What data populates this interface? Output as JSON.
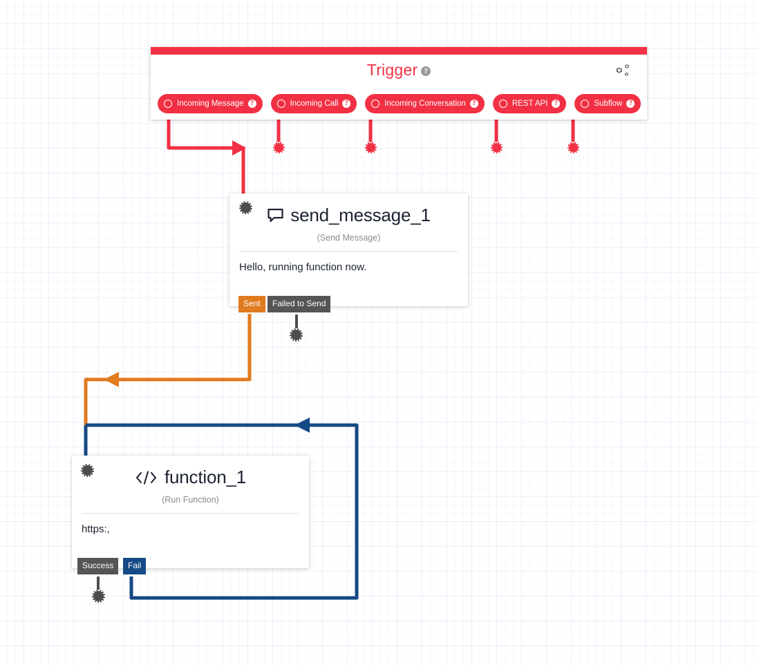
{
  "canvas": {
    "grid": "blueprint-grid",
    "background": "#ffffff",
    "grid_color": "#e9f1fb"
  },
  "trigger_panel": {
    "title": "Trigger",
    "title_color": "#f23044",
    "help_icon": "help-circle-icon",
    "settings_icon": "gears-icon",
    "help_glyph": "?",
    "triggers": [
      {
        "label": "Incoming Message",
        "help": "?"
      },
      {
        "label": "Incoming Call",
        "help": "?"
      },
      {
        "label": "Incoming Conversation",
        "help": "?"
      },
      {
        "label": "REST API",
        "help": "?"
      },
      {
        "label": "Subflow",
        "help": "?"
      }
    ]
  },
  "nodes": [
    {
      "id": "send_message_1",
      "icon": "speech-bubble-icon",
      "title": "send_message_1",
      "subtitle": "(Send Message)",
      "body": "Hello, running function now.",
      "ports": [
        {
          "label": "Sent",
          "color": "#e07b1f"
        },
        {
          "label": "Failed to Send",
          "color": "#555555"
        }
      ]
    },
    {
      "id": "function_1",
      "icon": "code-icon",
      "title": "function_1",
      "subtitle": "(Run Function)",
      "body": "https:,",
      "ports": [
        {
          "label": "Success",
          "color": "#555555"
        },
        {
          "label": "Fail",
          "color": "#164a86"
        }
      ]
    }
  ],
  "edges": [
    {
      "name": "incoming-message-to-send-message",
      "color": "#f23044"
    },
    {
      "name": "sent-to-function",
      "color": "#e07b1f"
    },
    {
      "name": "fail-loopback",
      "color": "#164a86"
    }
  ]
}
